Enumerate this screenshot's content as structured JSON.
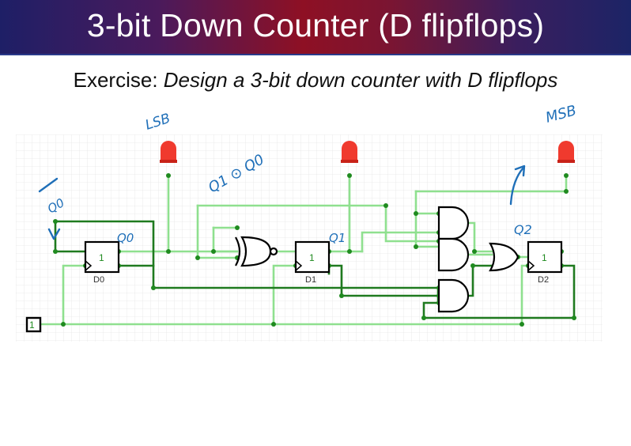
{
  "header": {
    "title": "3-bit Down Counter (D flipflops)"
  },
  "exercise": {
    "label": "Exercise:",
    "text": "Design a 3-bit down counter with D flipflops"
  },
  "flipflops": [
    {
      "name": "D0",
      "value": "1"
    },
    {
      "name": "D1",
      "value": "1"
    },
    {
      "name": "D2",
      "value": "1"
    }
  ],
  "clock_input": {
    "value": "1"
  },
  "annotations": {
    "lsb": "LSB",
    "msb": "MSB",
    "q0_a": "Q0",
    "q0_b": "Q0",
    "q1_xnor_q0": "Q1 ⊙ Q0",
    "q1": "Q1",
    "q2": "Q2"
  },
  "colors": {
    "wire_dark": "#1f7a1f",
    "wire_light": "#8fe08f",
    "led": "#f03a2e",
    "ink": "#1f6fb8"
  }
}
